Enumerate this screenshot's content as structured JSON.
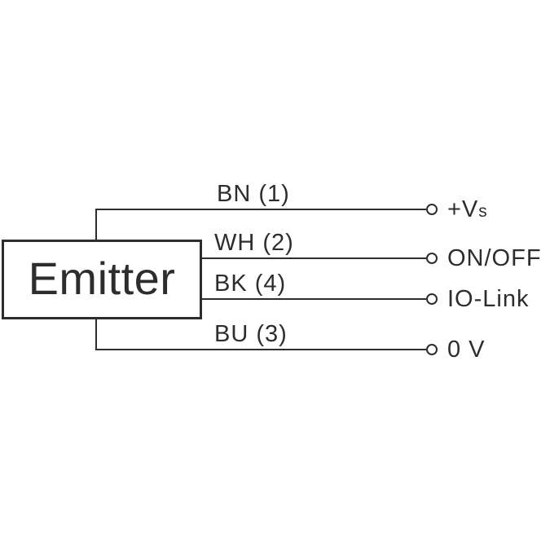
{
  "diagram": {
    "type": "wiring-connection-diagram",
    "colors": {
      "stroke": "#2d2d2d",
      "background": "#ffffff"
    },
    "box": {
      "label": "Emitter"
    },
    "wires": [
      {
        "label": "BN (1)",
        "terminal": {
          "text": "+V",
          "sub": "s"
        }
      },
      {
        "label": "WH (2)",
        "terminal": {
          "text": "ON/OFF",
          "sub": ""
        }
      },
      {
        "label": "BK (4)",
        "terminal": {
          "text": "IO-Link",
          "sub": ""
        }
      },
      {
        "label": "BU (3)",
        "terminal": {
          "text": "0 V",
          "sub": ""
        }
      }
    ]
  }
}
